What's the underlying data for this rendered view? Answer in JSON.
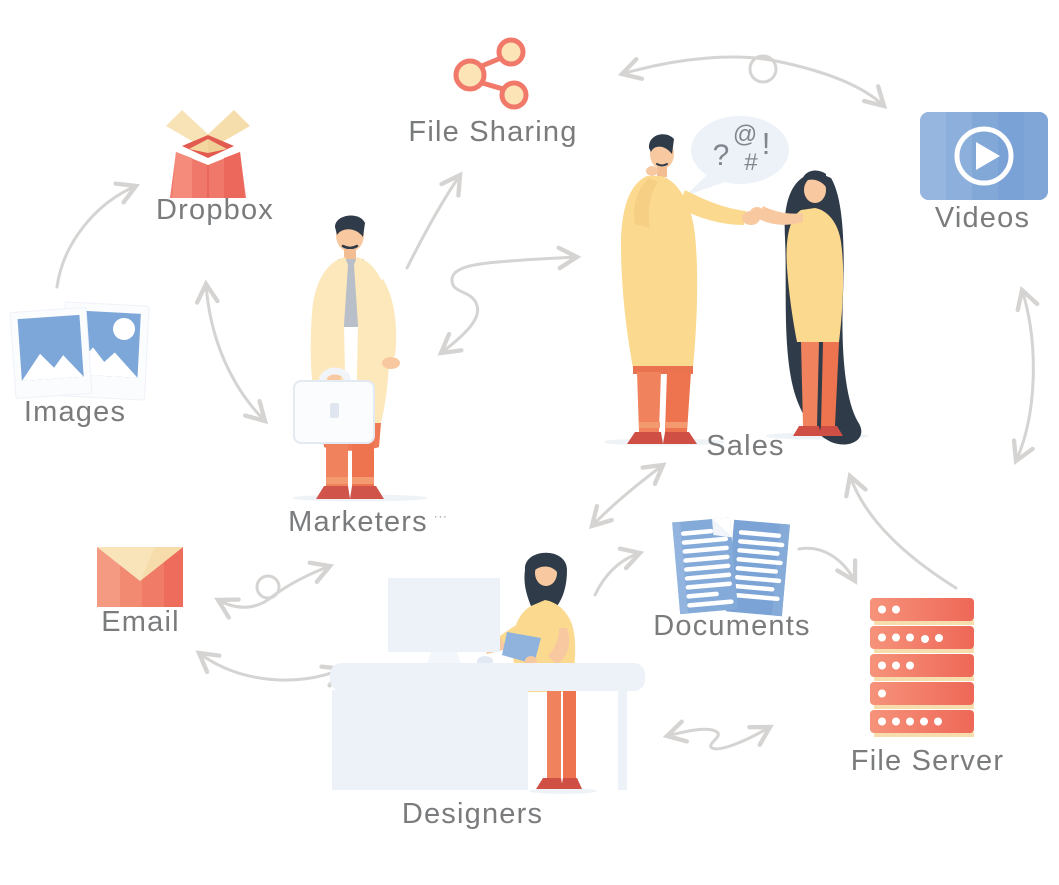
{
  "diagram": {
    "labels": {
      "images": "Images",
      "dropbox": "Dropbox",
      "file_sharing": "File Sharing",
      "videos": "Videos",
      "sales": "Sales",
      "marketers": "Marketers",
      "marketers_dots": "···",
      "email": "Email",
      "designers": "Designers",
      "documents": "Documents",
      "file_server": "File Server"
    },
    "speech_bubble": {
      "question": "?",
      "at": "@",
      "hash": "#",
      "exclamation": "!"
    },
    "connections": [
      {
        "from": "Images",
        "to": "Dropbox",
        "type": "one-way"
      },
      {
        "from": "Dropbox",
        "to": "Marketers",
        "type": "two-way"
      },
      {
        "from": "Marketers",
        "to": "File Sharing",
        "type": "one-way"
      },
      {
        "from": "Marketers",
        "to": "Sales",
        "type": "two-way"
      },
      {
        "from": "File Sharing",
        "to": "Videos",
        "type": "two-way"
      },
      {
        "from": "Videos",
        "to": "File Server",
        "type": "two-way"
      },
      {
        "from": "File Server",
        "to": "Sales",
        "type": "one-way"
      },
      {
        "from": "Documents",
        "to": "File Server",
        "type": "one-way"
      },
      {
        "from": "Designers",
        "to": "Sales",
        "type": "two-way"
      },
      {
        "from": "Designers",
        "to": "Documents",
        "type": "one-way"
      },
      {
        "from": "Email",
        "to": "Marketers",
        "type": "two-way"
      },
      {
        "from": "Email",
        "to": "Designers",
        "type": "two-way"
      },
      {
        "from": "Designers",
        "to": "File Server",
        "type": "two-way"
      }
    ],
    "colors": {
      "label_text": "#7a7b7d",
      "arrow": "#d6d4d2",
      "coral": "#f0786a",
      "cream": "#f8e3b6",
      "blue": "#7ea6d8",
      "pale": "#edf2f9",
      "skin": "#f8c9a0",
      "shirt_yellow": "#fbd98f",
      "pants_orange": "#f0835e",
      "shoe_red": "#d0544a",
      "hair_dark": "#2f3b49"
    }
  }
}
